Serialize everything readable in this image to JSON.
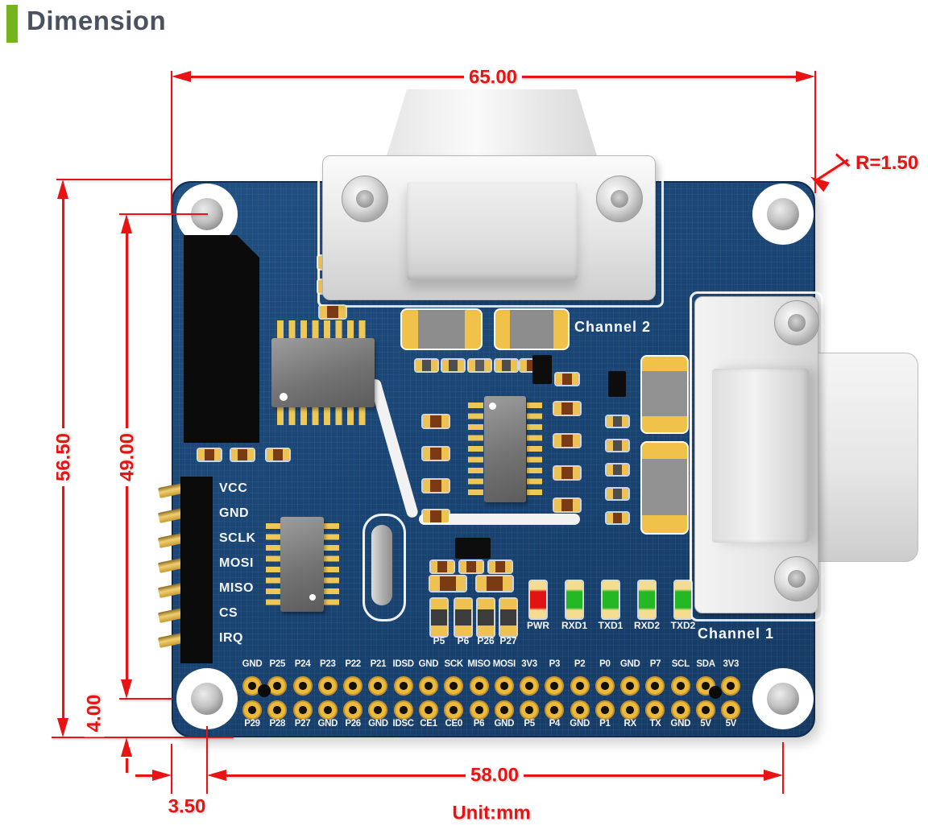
{
  "title": {
    "text": "Dimension",
    "accent_color": "#74b41f"
  },
  "dims": {
    "width_total": "65.00",
    "height_total": "56.50",
    "hole_v_spacing": "49.00",
    "hole_bottom_offset": "4.00",
    "hole_left_offset": "3.50",
    "hole_h_spacing": "58.00",
    "corner_radius": "R=1.50",
    "unit": "Unit:mm",
    "dimension_color": "#e81414"
  },
  "board": {
    "color": "#1a4574",
    "channel2_label": "Channel 2",
    "channel1_label": "Channel 1",
    "spi_labels": [
      "VCC",
      "GND",
      "SCLK",
      "MOSI",
      "MISO",
      "CS",
      "IRQ"
    ],
    "leds": [
      {
        "label": "PWR",
        "color": "#e11212"
      },
      {
        "label": "RXD1",
        "color": "#25b825"
      },
      {
        "label": "TXD1",
        "color": "#25b825"
      },
      {
        "label": "RXD2",
        "color": "#25b825"
      },
      {
        "label": "TXD2",
        "color": "#25b825"
      }
    ],
    "jumper_labels": [
      "P5",
      "P6",
      "P26",
      "P27"
    ],
    "gpio_top": [
      "GND",
      "P25",
      "P24",
      "P23",
      "P22",
      "P21",
      "IDSD",
      "GND",
      "SCK",
      "MISO",
      "MOSI",
      "3V3",
      "P3",
      "P2",
      "P0",
      "GND",
      "P7",
      "SCL",
      "SDA",
      "3V3"
    ],
    "gpio_bottom": [
      "P29",
      "P28",
      "P27",
      "GND",
      "P26",
      "GND",
      "IDSC",
      "CE1",
      "CE0",
      "P6",
      "GND",
      "P5",
      "P4",
      "GND",
      "P1",
      "RX",
      "TX",
      "GND",
      "5V",
      "5V"
    ]
  }
}
